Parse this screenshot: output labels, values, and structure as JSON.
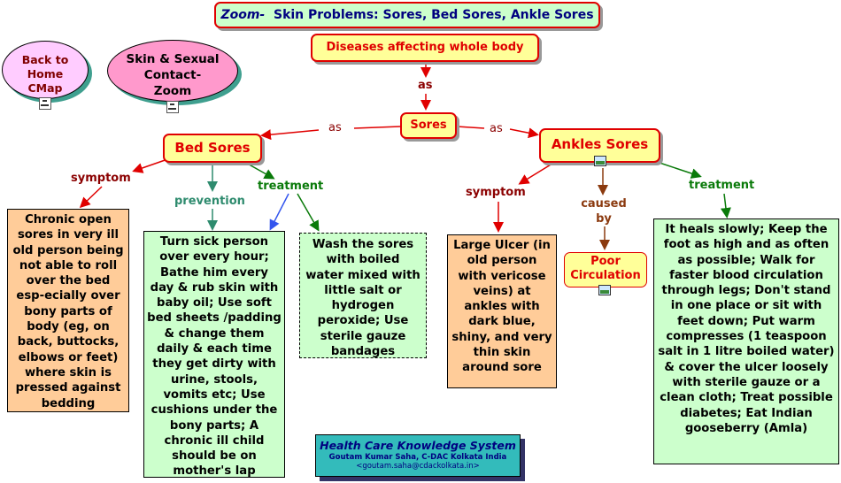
{
  "title": {
    "prefix": "Zoom-",
    "text": "Skin Problems: Sores, Bed Sores, Ankle Sores"
  },
  "nav": {
    "home": "Back to Home CMap",
    "skin": "Skin & Sexual Contact- Zoom"
  },
  "concepts": {
    "diseases": "Diseases affecting whole body",
    "sores": "Sores",
    "bed_sores": "Bed Sores",
    "ankles_sores": "Ankles Sores",
    "poor_circulation": "Poor Circulation"
  },
  "links": {
    "as1": "as",
    "as2": "as",
    "as3": "as",
    "symptom_bed": "symptom",
    "prevention": "prevention",
    "treatment_bed": "treatment",
    "symptom_ankle": "symptom",
    "caused_by": "caused by",
    "treatment_ankle": "treatment"
  },
  "boxes": {
    "bed_symptom": "Chronic open sores in very ill old person being not able to roll over the bed esp-ecially over bony parts of body (eg, on back, buttocks, elbows or feet) where skin is pressed against bedding",
    "bed_prevention": "Turn sick person over every hour; Bathe him every day & rub skin with baby oil; Use soft bed sheets /padding & change them daily & each time they get dirty with urine, stools, vomits etc; Use cushions under the bony parts; A chronic ill child should be on mother's lap",
    "bed_treatment": "Wash the sores with boiled water mixed with little salt or hydrogen peroxide; Use sterile gauze bandages",
    "ankle_symptom": "Large Ulcer (in old person with vericose veins) at ankles with dark blue, shiny, and very thin skin around sore",
    "ankle_treatment": "It heals slowly; Keep the foot as high and as often as possible; Walk for faster blood circulation through legs; Don't stand in one place or sit with feet down; Put warm compresses (1 teaspoon salt in 1 litre boiled water) & cover the ulcer loosely with sterile gauze or a clean cloth; Treat possible diabetes; Eat Indian gooseberry (Amla)"
  },
  "footer": {
    "title": "Health Care Knowledge System",
    "author": "Goutam Kumar Saha, C-DAC Kolkata India",
    "email": "<goutam.saha@cdackolkata.in>"
  },
  "colors": {
    "red_arrow": "#e00000",
    "green_arrow": "#0a7a0a",
    "brown_arrow": "#8b3a0f",
    "blue_arrow": "#3355ee",
    "teal_arrow": "#2e8b6e",
    "green_box": "#ccffcc",
    "peach_box": "#ffcc99",
    "yellow_concept": "#ffff99"
  }
}
